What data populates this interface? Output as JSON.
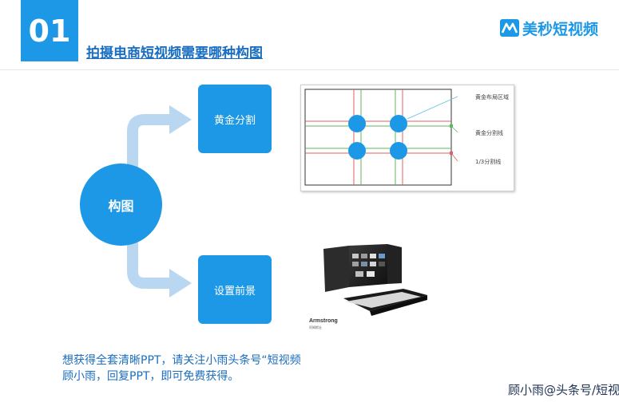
{
  "slide": {
    "number": "01",
    "title": "拍摄电商短视频需要哪种构图",
    "brand": "美秒短视频"
  },
  "mindmap": {
    "root": "构图",
    "branches": [
      {
        "label": "黄金分割"
      },
      {
        "label": "设置前景"
      }
    ]
  },
  "grid_diagram": {
    "labels": [
      "黄金布局区域",
      "黄金分割线",
      "1/3分割线"
    ]
  },
  "product_image": {
    "logo_text": "Armstrong",
    "logo_subtext": "阿姆斯壮"
  },
  "footer": {
    "line1": "想获得全套清晰PPT，请关注小雨头条号“短视频",
    "line2": "顾小雨，回复PPT，即可免费获得。"
  },
  "watermark": "顾小雨@头条号/短视",
  "colors": {
    "primary": "#1d98e6",
    "arrow": "#b9d7f0",
    "title": "#1a6ec1",
    "red_line": "#e06060",
    "green_line": "#5cb85c"
  }
}
